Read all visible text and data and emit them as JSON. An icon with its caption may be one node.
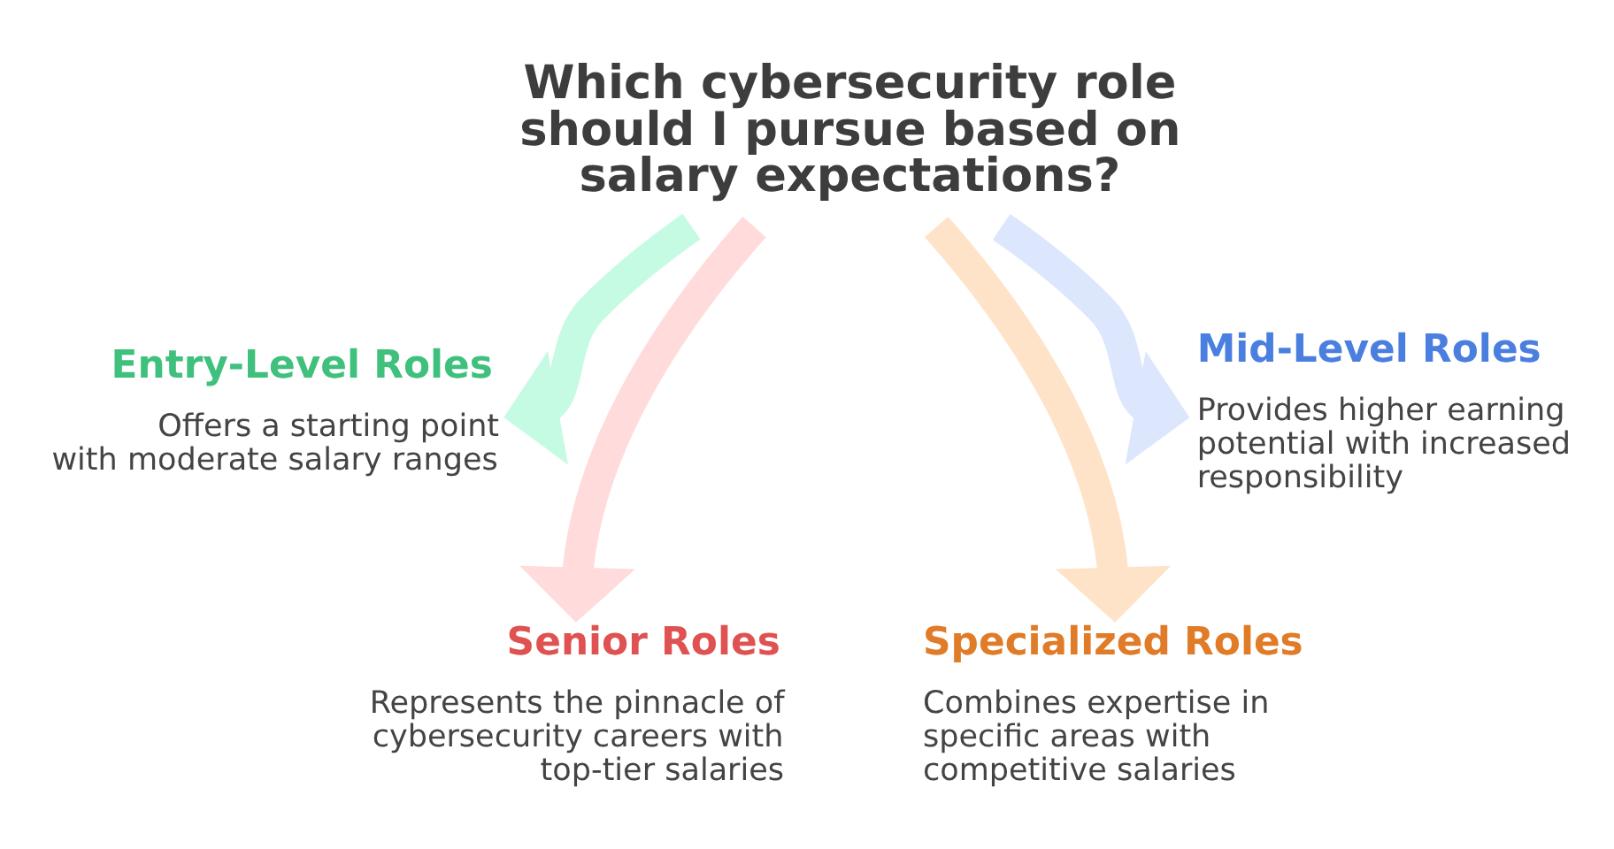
{
  "diagram": {
    "nodes": [
      {
        "text": [
          "Which cybersecurity role should I pursue based on salary expectations?"
        ]
      },
      {
        "text": [
          "Entry-Level Roles",
          "Offers a starting point with moderate salary ranges"
        ]
      },
      {
        "text": [
          "Mid-Level Roles",
          "Provides higher earning potential with increased responsibility"
        ]
      },
      {
        "text": [
          "Senior Roles",
          "Represents the pinnacle of cybersecurity careers with top-tier salaries"
        ]
      },
      {
        "text": [
          "Specialized Roles",
          "Combines expertise in specific areas with competitive salaries"
        ]
      }
    ],
    "edges": [
      {
        "from": 0,
        "to": 1,
        "arrow": "to",
        "color": "#c6fbe3"
      },
      {
        "from": 0,
        "to": 3,
        "arrow": "to",
        "color": "#ffdbdb"
      },
      {
        "from": 0,
        "to": 4,
        "arrow": "to",
        "color": "#ffe3c9"
      },
      {
        "from": 0,
        "to": 2,
        "arrow": "to",
        "color": "#dce7fd"
      }
    ]
  }
}
